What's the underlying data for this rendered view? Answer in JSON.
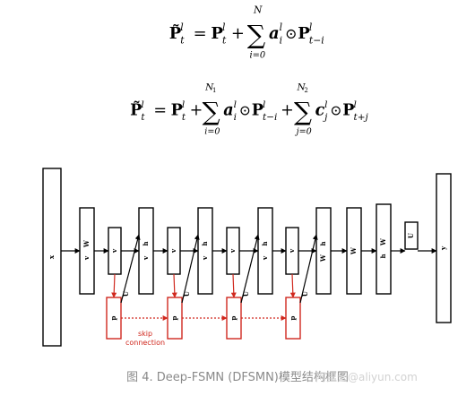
{
  "equations": {
    "eq1": {
      "lhs": "P̃",
      "lhs_sup": "l",
      "lhs_sub": "t",
      "eq": "=",
      "P": "P",
      "P_sup": "l",
      "P_sub": "t",
      "plus": "+",
      "sum_top": "N",
      "sum_bottom": "i=0",
      "a": "a",
      "a_sup": "l",
      "a_sub": "i",
      "odot": "⊙",
      "P2": "P",
      "P2_sup": "l",
      "P2_sub": "t−i"
    },
    "eq2": {
      "lhs": "P̃",
      "lhs_sup": "l",
      "lhs_sub": "t",
      "eq": "=",
      "P": "P",
      "P_sup": "l",
      "P_sub": "t",
      "plus": "+",
      "sum1_top": "N",
      "sum1_top_sub": "1",
      "sum1_bottom": "i=0",
      "a": "a",
      "a_sup": "l",
      "a_sub": "i",
      "odot": "⊙",
      "P2": "P",
      "P2_sup": "l",
      "P2_sub": "t−i",
      "plus2": "+",
      "sum2_top": "N",
      "sum2_top_sub": "2",
      "sum2_bottom": "j=0",
      "c": "c",
      "c_sup": "l",
      "c_sub": "j",
      "odot2": "⊙",
      "P3": "P",
      "P3_sup": "l",
      "P3_sub": "t+j"
    }
  },
  "diagram": {
    "colors": {
      "line": "#000000",
      "skip": "#d0281e"
    },
    "main_labels": [
      "x",
      "W",
      "v",
      "h",
      "v",
      "h",
      "v",
      "h",
      "v",
      "h",
      "W",
      "W",
      "h",
      "v",
      "U",
      "y"
    ],
    "memory_labels": [
      "p",
      "p",
      "p",
      "p"
    ],
    "projection_labels": [
      "U",
      "U",
      "U",
      "U"
    ],
    "skip_label_line1": "skip",
    "skip_label_line2": "connection"
  },
  "caption": "图 4. Deep-FSMN (DFSMN)模型结构框图",
  "watermark": "阿里云@aliyun.com"
}
